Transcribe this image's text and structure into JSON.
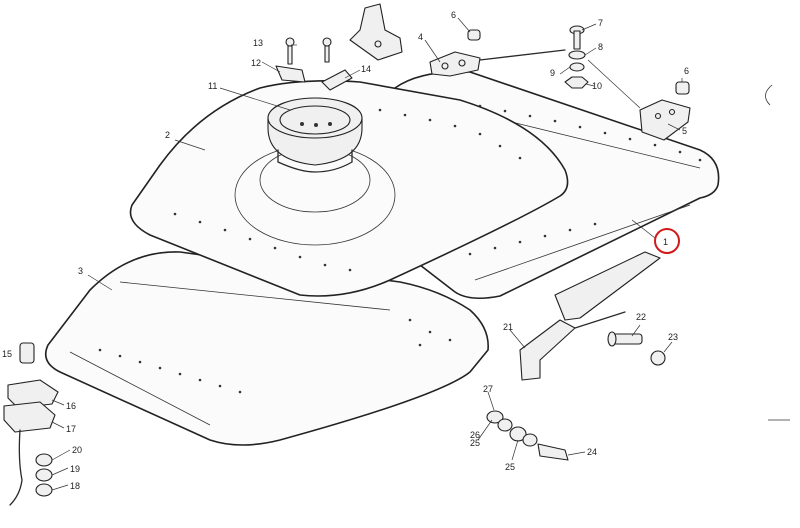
{
  "diagram": {
    "callouts": [
      {
        "id": "c1",
        "label": "1",
        "highlight_color": "#d11a1a",
        "highlighted": true
      },
      {
        "id": "c2",
        "label": "2"
      },
      {
        "id": "c3",
        "label": "3"
      },
      {
        "id": "c4",
        "label": "4"
      },
      {
        "id": "c5",
        "label": "5"
      },
      {
        "id": "c6a",
        "label": "6"
      },
      {
        "id": "c6b",
        "label": "6"
      },
      {
        "id": "c7",
        "label": "7"
      },
      {
        "id": "c8",
        "label": "8"
      },
      {
        "id": "c9",
        "label": "9"
      },
      {
        "id": "c10",
        "label": "10"
      },
      {
        "id": "c11",
        "label": "11"
      },
      {
        "id": "c12",
        "label": "12"
      },
      {
        "id": "c13",
        "label": "13"
      },
      {
        "id": "c14",
        "label": "14"
      },
      {
        "id": "c15",
        "label": "15"
      },
      {
        "id": "c16",
        "label": "16"
      },
      {
        "id": "c17",
        "label": "17"
      },
      {
        "id": "c18",
        "label": "18"
      },
      {
        "id": "c19",
        "label": "19"
      },
      {
        "id": "c20",
        "label": "20"
      },
      {
        "id": "c21",
        "label": "21"
      },
      {
        "id": "c22",
        "label": "22"
      },
      {
        "id": "c23",
        "label": "23"
      },
      {
        "id": "c24",
        "label": "24"
      },
      {
        "id": "c25a",
        "label": "25"
      },
      {
        "id": "c25b",
        "label": "25"
      },
      {
        "id": "c26",
        "label": "26"
      },
      {
        "id": "c27",
        "label": "27"
      }
    ]
  }
}
